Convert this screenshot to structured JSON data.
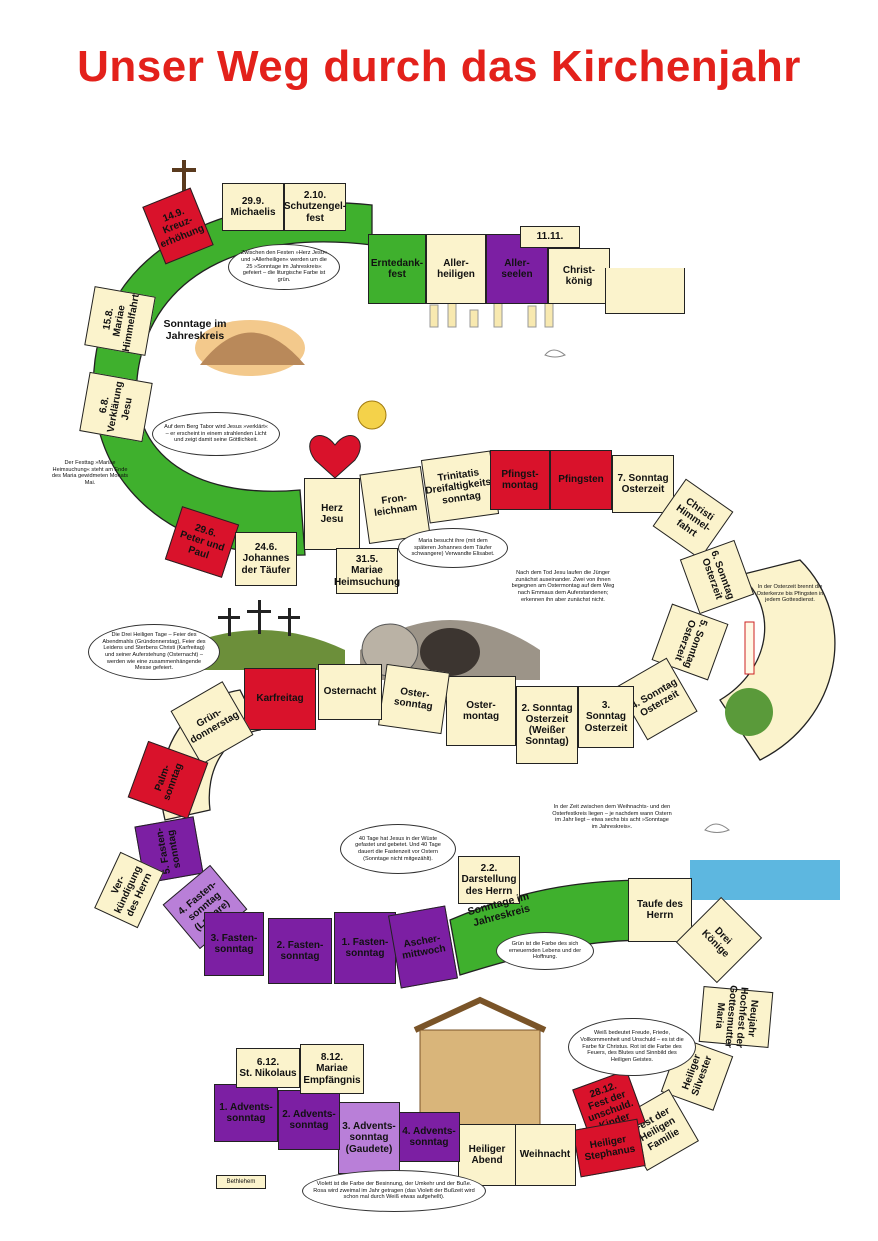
{
  "title": "Unser Weg durch das Kirchenjahr",
  "colors": {
    "cream": "#fbf3cc",
    "red": "#d9122b",
    "green": "#3fb02d",
    "purple": "#7c1fa3",
    "violet": "#b97fd8",
    "title": "#e3211b"
  },
  "path_labels": {
    "jahreskreis_top": "Sonntage im\nJahreskreis",
    "jahreskreis_bottom": "Sonntage im\nJahreskreis"
  },
  "feasts": {
    "kreuz": "14.9.\nKreuz-\nerhöhung",
    "michaelis": "29.9.\nMichaelis",
    "schutzengel": "2.10.\nSchutzengel-\nfest",
    "erntedank": "Erntedank-\nfest",
    "allerheiligen": "Aller-\nheiligen",
    "allerseelen": "Aller-\nseelen",
    "martin": "11.11.",
    "christkoenig": "Christ-\nkönig",
    "mariae_himmelfahrt": "15.8.\nMariae\nHimmelfahrt",
    "verklaerung": "6.8.\nVerklärung\nJesu",
    "peter_paul": "29.6.\nPeter und\nPaul",
    "johannes": "24.6.\nJohannes\nder Täufer",
    "herz_jesu": "Herz\nJesu",
    "fronleichnam": "Fron-\nleichnam",
    "mariae_heimsuchung": "31.5.\nMariae\nHeimsuchung",
    "trinitatis": "Trinitatis\nDreifaltigkeits-\nsonntag",
    "pfingstmontag": "Pfingst-\nmontag",
    "pfingsten": "Pfingsten",
    "ostern7": "7. Sonntag\nOsterzeit",
    "himmelfahrt": "Christi\nHimmel-\nfahrt",
    "ostern6": "6. Sonntag\nOsterzeit",
    "ostern5": "5. Sonntag\nOsterzeit",
    "ostern4": "4. Sonntag\nOsterzeit",
    "ostern3": "3. Sonntag\nOsterzeit",
    "ostern2": "2. Sonntag\nOsterzeit\n(Weißer\nSonntag)",
    "ostermontag": "Oster-\nmontag",
    "ostersonntag": "Oster-\nsonntag",
    "osternacht": "Osternacht",
    "karfreitag": "Karfreitag",
    "gruendonnerstag": "Grün-\ndonnerstag",
    "palmsonntag": "Palm-\nsonntag",
    "fasten5": "5. Fasten-\nsonntag",
    "verkuendigung": "Ver-\nkündigung\ndes Herrn",
    "fasten4": "4. Fasten-\nsonntag\n(Laetare)",
    "fasten3": "3. Fasten-\nsonntag",
    "fasten2": "2. Fasten-\nsonntag",
    "fasten1": "1. Fasten-\nsonntag",
    "aschermittwoch": "Ascher-\nmittwoch",
    "darstellung": "2.2.\nDarstellung\ndes Herrn",
    "taufe": "Taufe des\nHerrn",
    "dreikoenige": "Drei Könige",
    "neujahr": "Neujahr\nHochfest der\nGottesmutter\nMaria",
    "silvester": "Heiliger\nSilvester",
    "heilige_familie": "Fest der\nHeiligen\nFamilie",
    "unschuldige_kinder": "28.12.\nFest der\nunschuld.\nKinder",
    "stephanus": "Heiliger\nStephanus",
    "weihnacht": "Weihnacht",
    "heiliger_abend": "Heiliger\nAbend",
    "advent4": "4. Advents-\nsonntag",
    "advent3": "3. Advents-\nsonntag\n(Gaudete)",
    "advent2": "2. Advents-\nsonntag",
    "advent1": "1. Advents-\nsonntag",
    "nikolaus": "6.12.\nSt. Nikolaus",
    "mariae_empfaengnis": "8.12.\nMariae\nEmpfängnis",
    "bethlehem": "Bethlehem"
  },
  "notes": {
    "herz_jesu_note": "Zwischen den Festen »Herz Jesu« und »Allerheiligen« werden um die 25 »Sonntage im Jahreskreis« gefeiert – die liturgische Farbe ist grün.",
    "tabor": "Auf dem Berg Tabor wird Jesus »verklärt« – er erscheint in einem strahlenden Licht und zeigt damit seine Göttlichkeit.",
    "heimsuchung_note": "Der Festtag »Mariae Heimsuchung« steht am Ende des Maria gewidmeten Monats Mai.",
    "maria_besucht": "Maria besucht ihre (mit dem späteren Johannes dem Täufer schwangere) Verwandte Elisabet.",
    "emmaus": "Nach dem Tod Jesu laufen die Jünger zunächst auseinander. Zwei von ihnen begegnen am Ostermontag auf dem Weg nach Emmaus dem Auferstandenen; erkennen ihn aber zunächst nicht.",
    "osterkerze": "In der Osterzeit brennt die Osterkerze bis Pfingsten in jedem Gottesdienst.",
    "drei_tage": "Die Drei Heiligen Tage – Feier des Abendmahls (Gründonnerstag), Feier des Leidens und Sterbens Christi (Karfreitag) und seiner Auferstehung (Osternacht) – werden wie eine zusammenhängende Messe gefeiert.",
    "vierzig_tage": "40 Tage hat Jesus in der Wüste gefastet und gebetet. Und 40 Tage dauert die Fastenzeit vor Ostern (Sonntage nicht mitgezählt).",
    "weihnacht_ostern": "In der Zeit zwischen dem Weihnachts- und den Osterfestkreis liegen – je nachdem wann Ostern im Jahr liegt – etwa sechs bis acht »Sonntage im Jahreskreis«.",
    "gruen": "Grün ist die Farbe des sich erneuernden Lebens und der Hoffnung.",
    "weiss_rot": "Weiß bedeutet Freude, Friede, Vollkommenheit und Unschuld – es ist die Farbe für Christus. Rot ist die Farbe des Feuers, des Blutes und Sinnbild des Heiligen Geistes.",
    "violett": "Violett ist die Farbe der Besinnung, der Umkehr und der Buße. Rosa wird zweimal im Jahr getragen (das Violett der Bußzeit wird schon mal durch Weiß etwas aufgehellt)."
  }
}
